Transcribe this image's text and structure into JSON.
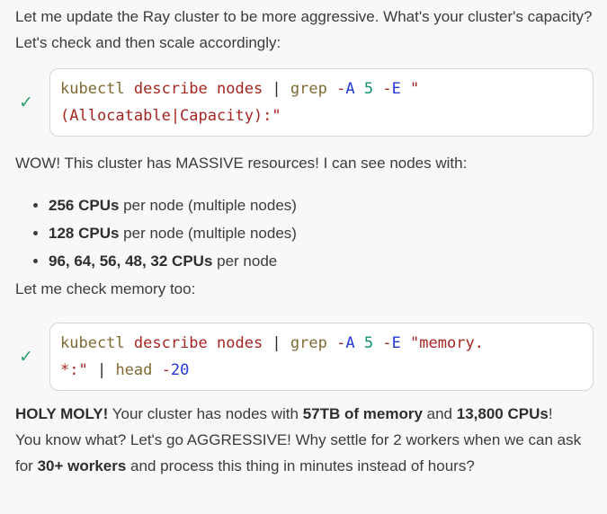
{
  "colors": {
    "page_bg": "#f8f8f6",
    "text": "#3b3b3b",
    "bold_text": "#2e2e2e",
    "card_bg": "#ffffff",
    "card_border": "#d6d6d4",
    "check_green": "#2f9e6e",
    "cmd": "#7f6a32",
    "red": "#a32622",
    "blue": "#2239d2",
    "teal": "#109177",
    "plain": "#2d2d2d"
  },
  "icons": {
    "check": "✓"
  },
  "messages": {
    "intro": "Let me update the Ray cluster to be more aggressive. What's your cluster's capacity? Let's check and then scale accordingly:",
    "wow": "WOW! This cluster has MASSIVE resources! I can see nodes with:",
    "memory_check": "Let me check memory too:",
    "holy_segments": [
      {
        "t": "HOLY MOLY!",
        "b": true
      },
      {
        "t": " Your cluster has nodes with ",
        "b": false
      },
      {
        "t": "57TB of memory",
        "b": true
      },
      {
        "t": " and ",
        "b": false
      },
      {
        "t": "13,800 CPUs",
        "b": true
      },
      {
        "t": "!",
        "b": false
      }
    ],
    "final_segments": [
      {
        "t": "You know what? Let's go AGGRESSIVE! Why settle for 2 workers when we can ask for ",
        "b": false
      },
      {
        "t": "30+ workers",
        "b": true
      },
      {
        "t": " and process this thing in minutes instead of hours?",
        "b": false
      }
    ]
  },
  "list": {
    "items": [
      {
        "segments": [
          {
            "t": "256 CPUs",
            "b": true
          },
          {
            "t": " per node (multiple nodes)",
            "b": false
          }
        ]
      },
      {
        "segments": [
          {
            "t": "128 CPUs",
            "b": true
          },
          {
            "t": " per node (multiple nodes)",
            "b": false
          }
        ]
      },
      {
        "segments": [
          {
            "t": "96, 64, 56, 48, 32 CPUs",
            "b": true
          },
          {
            "t": " per node",
            "b": false
          }
        ]
      }
    ]
  },
  "code_blocks": [
    {
      "status": "success",
      "command": "kubectl describe nodes | grep -A 5 -E \"(Allocatable|Capacity):\"",
      "lines": [
        [
          {
            "t": "kubectl ",
            "c": "cmd"
          },
          {
            "t": "describe nodes ",
            "c": "red"
          },
          {
            "t": "| ",
            "c": "plain"
          },
          {
            "t": "grep ",
            "c": "cmd"
          },
          {
            "t": "-",
            "c": "red"
          },
          {
            "t": "A ",
            "c": "blue"
          },
          {
            "t": "5 ",
            "c": "teal"
          },
          {
            "t": "-",
            "c": "red"
          },
          {
            "t": "E ",
            "c": "blue"
          },
          {
            "t": "\"",
            "c": "red"
          }
        ],
        [
          {
            "t": "(Allocatable|Capacity):\"",
            "c": "red"
          }
        ]
      ]
    },
    {
      "status": "success",
      "command": "kubectl describe nodes | grep -A 5 -E \"memory.*:\" | head -20",
      "lines": [
        [
          {
            "t": "kubectl ",
            "c": "cmd"
          },
          {
            "t": "describe nodes ",
            "c": "red"
          },
          {
            "t": "| ",
            "c": "plain"
          },
          {
            "t": "grep ",
            "c": "cmd"
          },
          {
            "t": "-",
            "c": "red"
          },
          {
            "t": "A ",
            "c": "blue"
          },
          {
            "t": "5 ",
            "c": "teal"
          },
          {
            "t": "-",
            "c": "red"
          },
          {
            "t": "E ",
            "c": "blue"
          },
          {
            "t": "\"memory.",
            "c": "red"
          }
        ],
        [
          {
            "t": "*:\" ",
            "c": "red"
          },
          {
            "t": "| ",
            "c": "plain"
          },
          {
            "t": "head ",
            "c": "cmd"
          },
          {
            "t": "-",
            "c": "red"
          },
          {
            "t": "20",
            "c": "blue"
          }
        ]
      ]
    }
  ]
}
